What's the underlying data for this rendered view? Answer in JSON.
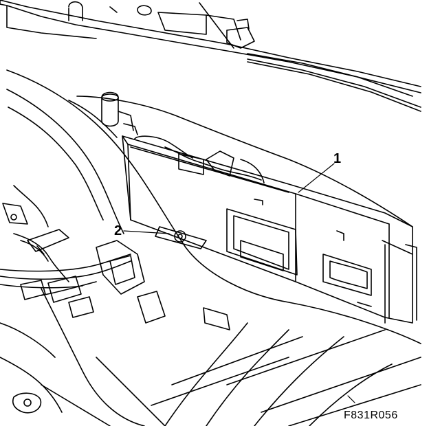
{
  "callouts": [
    {
      "label": "1"
    },
    {
      "label": "2"
    }
  ],
  "figure_code": "F831R056"
}
